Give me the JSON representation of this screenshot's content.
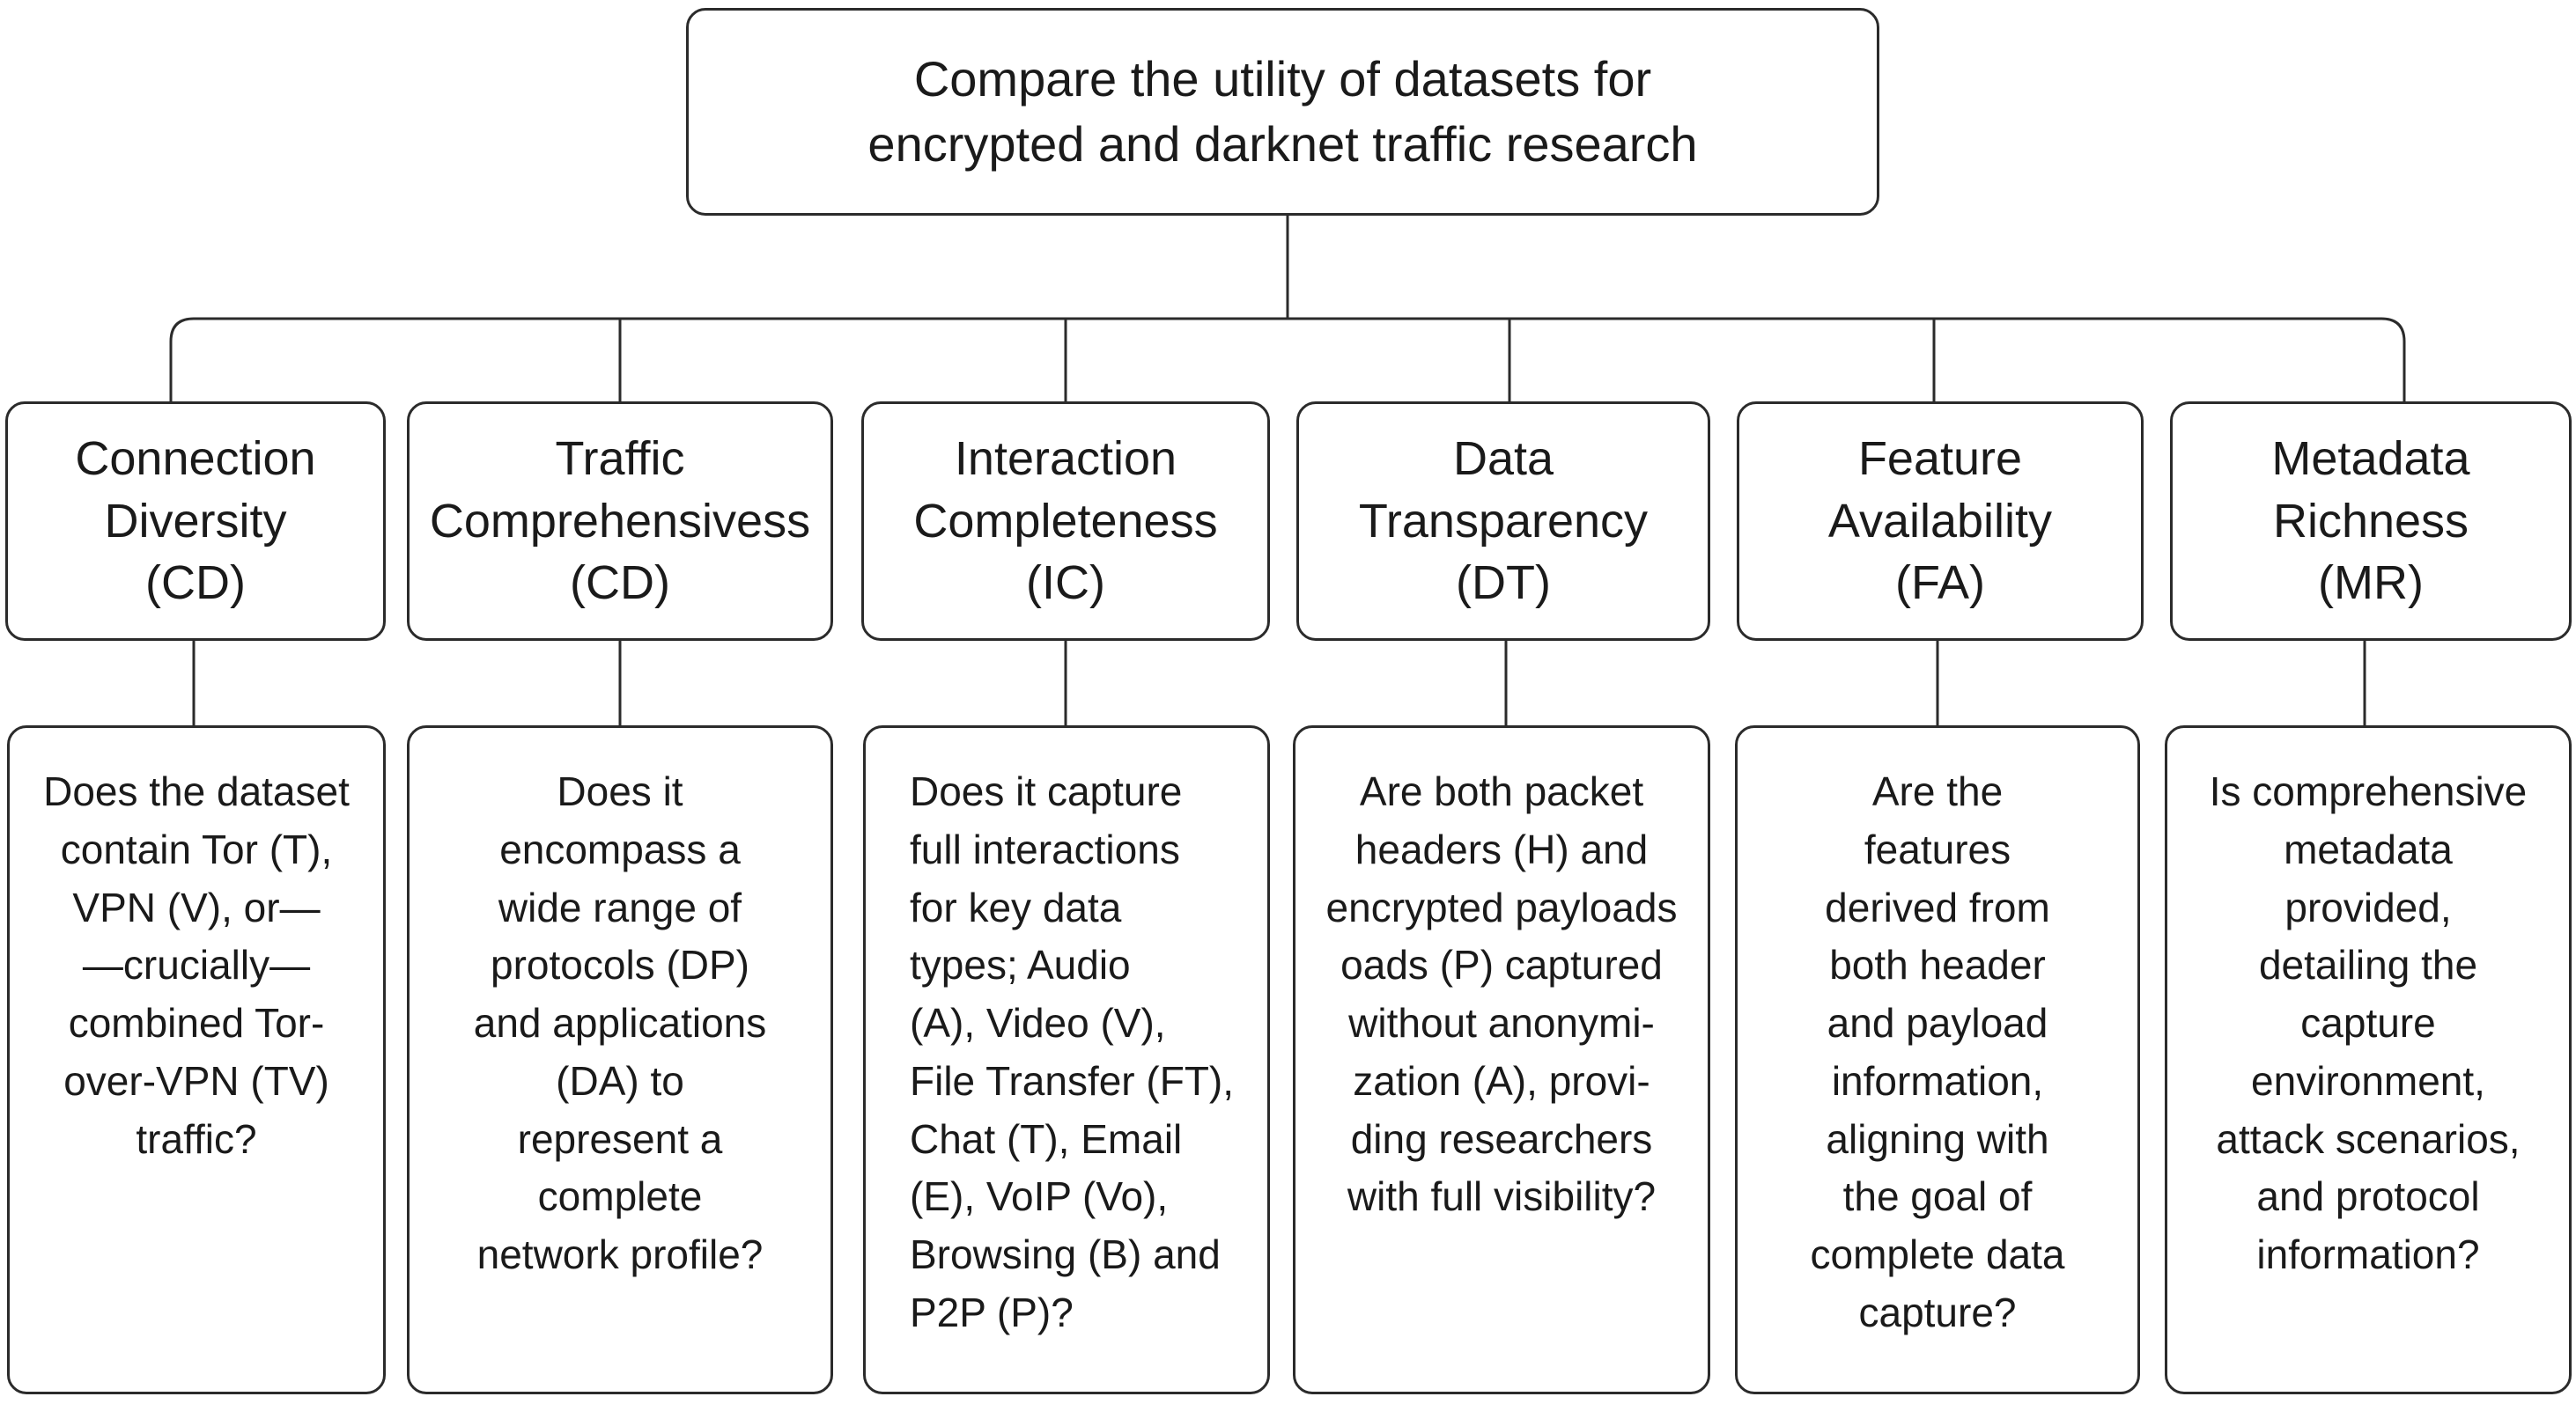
{
  "root": {
    "lines": [
      "Compare the utility of datasets for",
      "encrypted and darknet traffic research"
    ]
  },
  "criteria": [
    {
      "id": "connection-diversity",
      "title_lines": [
        "Connection",
        "Diversity",
        "(CD)"
      ],
      "question_lines": [
        "Does the dataset",
        "contain Tor (T),",
        "VPN (V), or—",
        "—crucially—",
        "combined Tor-",
        "over-VPN (TV)",
        "traffic?"
      ]
    },
    {
      "id": "traffic-comprehensiveness",
      "title_lines": [
        "Traffic",
        "Comprehensivess",
        "(CD)"
      ],
      "question_lines": [
        "Does it",
        "encompass a",
        "wide range of",
        "protocols (DP)",
        "and applications",
        "(DA) to",
        "represent a",
        "complete",
        "network profile?"
      ]
    },
    {
      "id": "interaction-completeness",
      "title_lines": [
        "Interaction",
        "Completeness",
        "(IC)"
      ],
      "question_lines": [
        "Does it capture",
        "full interactions",
        "for key data",
        "types; Audio",
        "(A), Video (V),",
        "File Transfer (FT),",
        "Chat (T), Email",
        "(E), VoIP (Vo),",
        "Browsing (B) and",
        "P2P (P)?"
      ]
    },
    {
      "id": "data-transparency",
      "title_lines": [
        "Data",
        "Transparency",
        "(DT)"
      ],
      "question_lines": [
        "Are both packet",
        "headers (H) and",
        "encrypted payloads",
        "oads (P) captured",
        "without anonymi-",
        "zation (A), provi-",
        "ding researchers",
        "with full visibility?"
      ]
    },
    {
      "id": "feature-availability",
      "title_lines": [
        "Feature",
        "Availability",
        "(FA)"
      ],
      "question_lines": [
        "Are the",
        "features",
        "derived from",
        "both header",
        "and payload",
        "information,",
        "aligning with",
        "the goal of",
        "complete data",
        "capture?"
      ]
    },
    {
      "id": "metadata-richness",
      "title_lines": [
        "Metadata",
        "Richness",
        "(MR)"
      ],
      "question_lines": [
        "Is comprehensive",
        "metadata",
        "provided,",
        "detailing the",
        "capture",
        "environment,",
        "attack scenarios,",
        "and protocol",
        "information?"
      ]
    }
  ]
}
